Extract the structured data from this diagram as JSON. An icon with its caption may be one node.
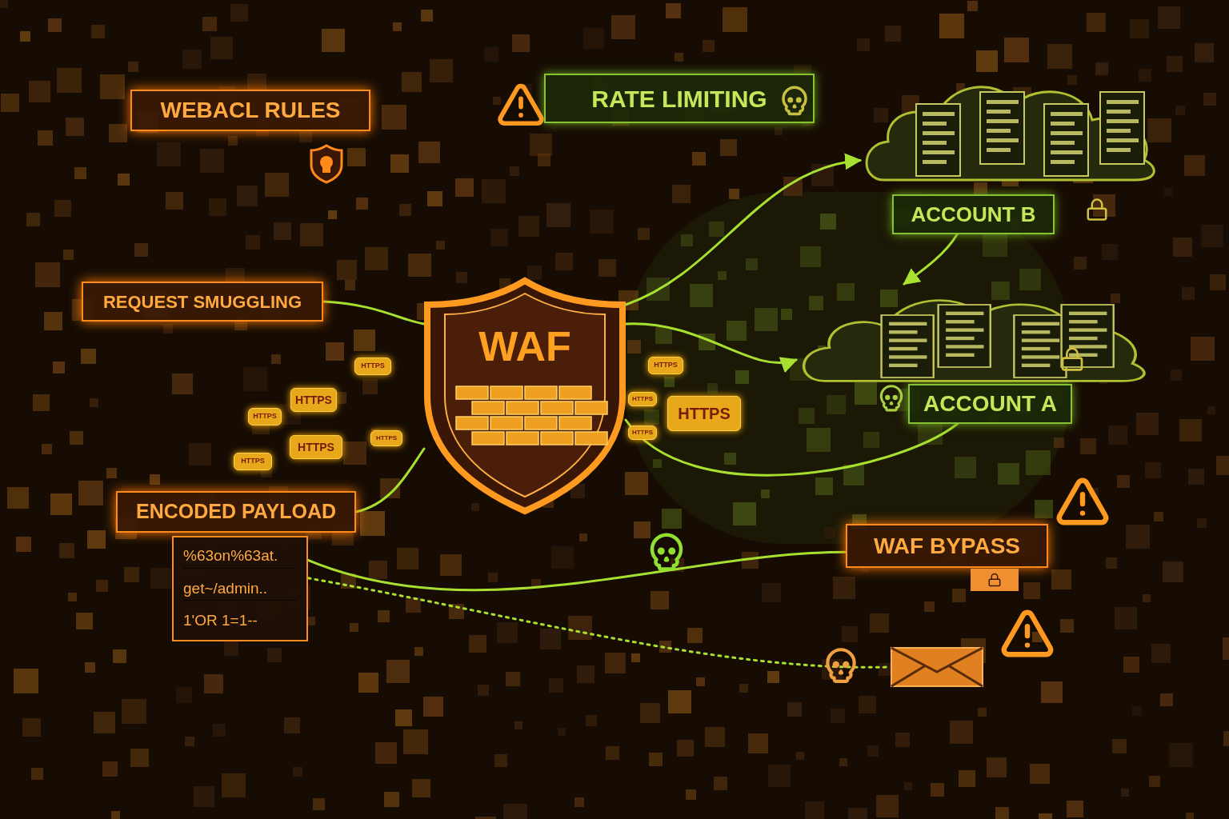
{
  "diagram": {
    "nodes": [
      {
        "text": [
          "WEBACL RULES"
        ]
      },
      {
        "text": [
          "RATE LIMITING"
        ]
      },
      {
        "text": [
          "REQUEST SMUGGLING"
        ]
      },
      {
        "text": [
          "WAF"
        ]
      },
      {
        "text": [
          "ENCODED PAYLOAD"
        ]
      },
      {
        "text": [
          "%63on%63at.",
          "get~/admin..",
          "1'OR 1=1--"
        ]
      },
      {
        "text": [
          "ACCOUNT B"
        ]
      },
      {
        "text": [
          "ACCOUNT A"
        ]
      },
      {
        "text": [
          "WAF BYPASS"
        ]
      },
      {
        "text": [],
        "shape": "cloud"
      },
      {
        "text": [],
        "shape": "cloud"
      },
      {
        "text": [],
        "shape": "envelope"
      },
      {
        "text": [
          "HTTPS"
        ]
      },
      {
        "text": [
          "HTTPS"
        ]
      },
      {
        "text": [
          "HTTPS"
        ]
      },
      {
        "text": [
          "HTTPS"
        ]
      },
      {
        "text": [
          "HTTPS"
        ]
      },
      {
        "text": [
          "HTTPS"
        ]
      },
      {
        "text": [
          "HTTPS"
        ]
      },
      {
        "text": [
          "HTTPS"
        ]
      },
      {
        "text": [
          "HTTPS"
        ]
      },
      {
        "text": [
          "HTTPS"
        ]
      }
    ],
    "edges": [
      {
        "from": 2,
        "to": 3,
        "arrow": "none"
      },
      {
        "from": 4,
        "to": 3,
        "arrow": "none"
      },
      {
        "from": 3,
        "to": 9,
        "arrow": "to"
      },
      {
        "from": 3,
        "to": 10,
        "arrow": "to"
      },
      {
        "from": 6,
        "to": 10,
        "arrow": "to"
      },
      {
        "from": 5,
        "to": 8,
        "arrow": "none"
      },
      {
        "from": 5,
        "to": 11,
        "arrow": "none",
        "style": "dashed"
      },
      {
        "from": 3,
        "to": 7,
        "arrow": "none"
      }
    ]
  }
}
